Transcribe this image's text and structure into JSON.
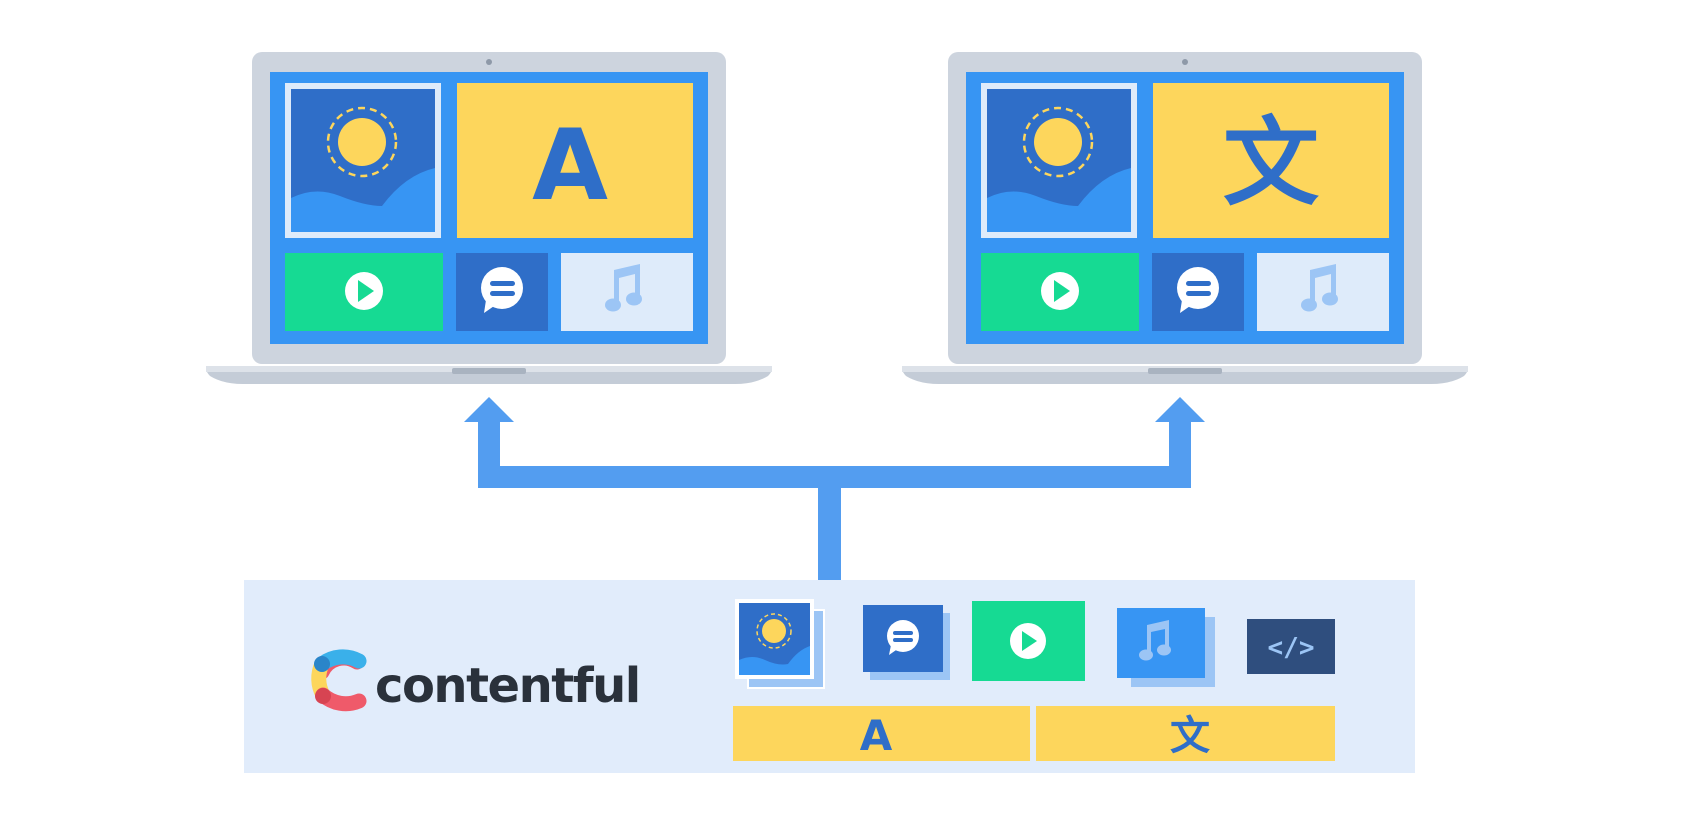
{
  "colors": {
    "laptop_frame": "#cdd4de",
    "laptop_base": "#c4ccd7",
    "laptop_shadow": "#a9b3c0",
    "screen_blue": "#3795f3",
    "dark_blue": "#2f6ec8",
    "yellow": "#fdd65c",
    "green": "#16da93",
    "pale_blue": "#deebfa",
    "icon_light_blue": "#9cc5f5",
    "panel_bg": "#e1ecfb",
    "arrow_blue": "#539df0",
    "code_navy": "#2f4e7e",
    "brand_text": "#2a313b",
    "logo_blue": "#3ab0ea",
    "logo_yellow": "#fdd65c",
    "logo_red": "#ef5a6a"
  },
  "laptops": [
    {
      "name": "laptop-left",
      "text_glyph": "A",
      "glyph_type": "latin"
    },
    {
      "name": "laptop-right",
      "text_glyph": "文",
      "glyph_type": "cjk"
    }
  ],
  "laptop_tiles": {
    "image": "image-icon",
    "video": "play-icon",
    "comment": "chat-bubble-icon",
    "audio": "music-note-icon"
  },
  "hub": {
    "brand_name": "contentful",
    "code_label": "</>",
    "text_items": [
      "A",
      "文"
    ],
    "items": [
      "image-icon",
      "chat-bubble-icon",
      "play-icon",
      "music-note-icon",
      "code-icon"
    ]
  }
}
